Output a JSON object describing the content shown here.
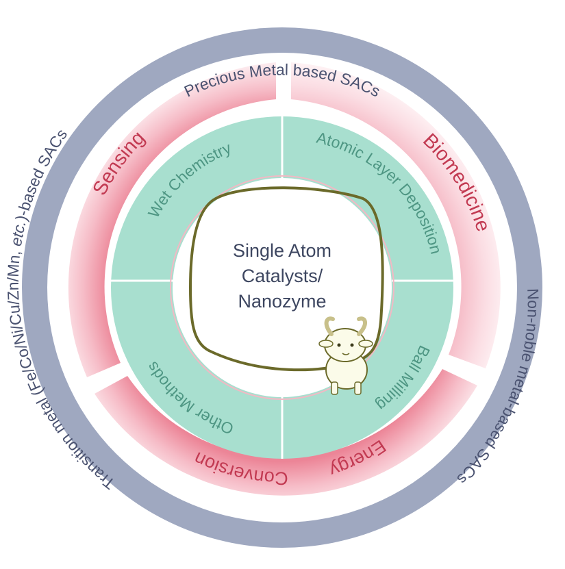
{
  "center": {
    "lines": [
      "Single Atom",
      "Catalysts/",
      "Nanozyme"
    ]
  },
  "outer_ring": {
    "labels": {
      "precious": "Precious Metal based SACs",
      "transition_prefix": "Transition metal (Fe/Co/Ni/Cu/Zn/Mn, ",
      "transition_etc": "etc.",
      "transition_suffix": ")-based SACs",
      "non_noble": "Non-noble metal-based SACs"
    }
  },
  "application_ring": {
    "labels": {
      "sensing": "Sensing",
      "biomedicine": "Biomedicine",
      "energy": "Energy",
      "conversion": "Conversion"
    }
  },
  "method_ring": {
    "labels": {
      "wet_chemistry": "Wet Chemistry",
      "atomic_layer_deposition": "Atomic Layer Deposition",
      "ball_milling": "Ball Milling",
      "other_methods": "Other Methods"
    }
  },
  "colors": {
    "outer_ring": "#9fa8c0",
    "outer_text": "#4a5270",
    "pink_dark": "#ee8d9d",
    "pink_light": "#fce8ec",
    "pink_text": "#c23a52",
    "teal": "#a8dfcf",
    "teal_text": "#4e9683",
    "center_text": "#3d4660",
    "blob_stroke": "#6b6a2a"
  }
}
